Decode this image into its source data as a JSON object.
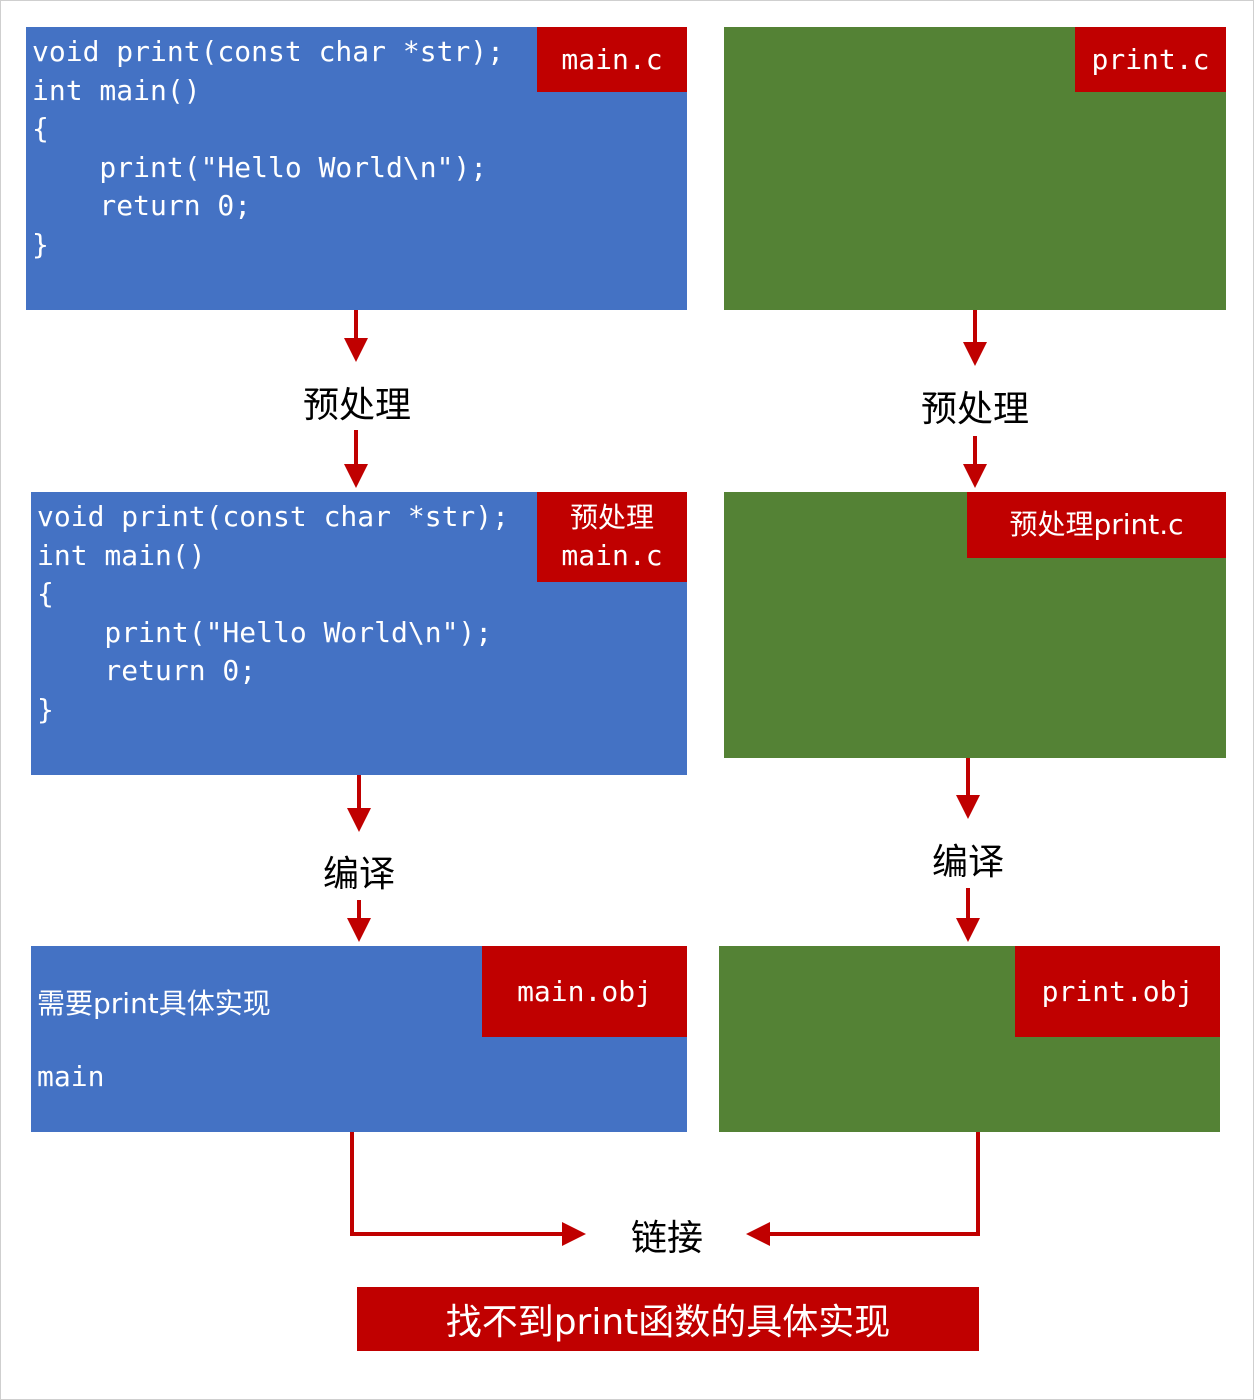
{
  "left": {
    "source": {
      "tag": "main.c",
      "code": "void print(const char *str);\nint main()\n{\n    print(\"Hello World\\n\");\n    return 0;\n}"
    },
    "step1": "预处理",
    "preprocessed": {
      "tag": "预处理\nmain.c",
      "code": "void print(const char *str);\nint main()\n{\n    print(\"Hello World\\n\");\n    return 0;\n}"
    },
    "step2": "编译",
    "object": {
      "tag": "main.obj",
      "needs_text": "需要print具体实现",
      "symbol": "main"
    }
  },
  "right": {
    "source": {
      "tag": "print.c"
    },
    "step1": "预处理",
    "preprocessed": {
      "tag": "预处理print.c"
    },
    "step2": "编译",
    "object": {
      "tag": "print.obj"
    }
  },
  "link_step": "链接",
  "result": "找不到print函数的具体实现",
  "colors": {
    "main_block": "#4472c4",
    "print_block": "#548235",
    "tag_and_arrows": "#c00000"
  }
}
